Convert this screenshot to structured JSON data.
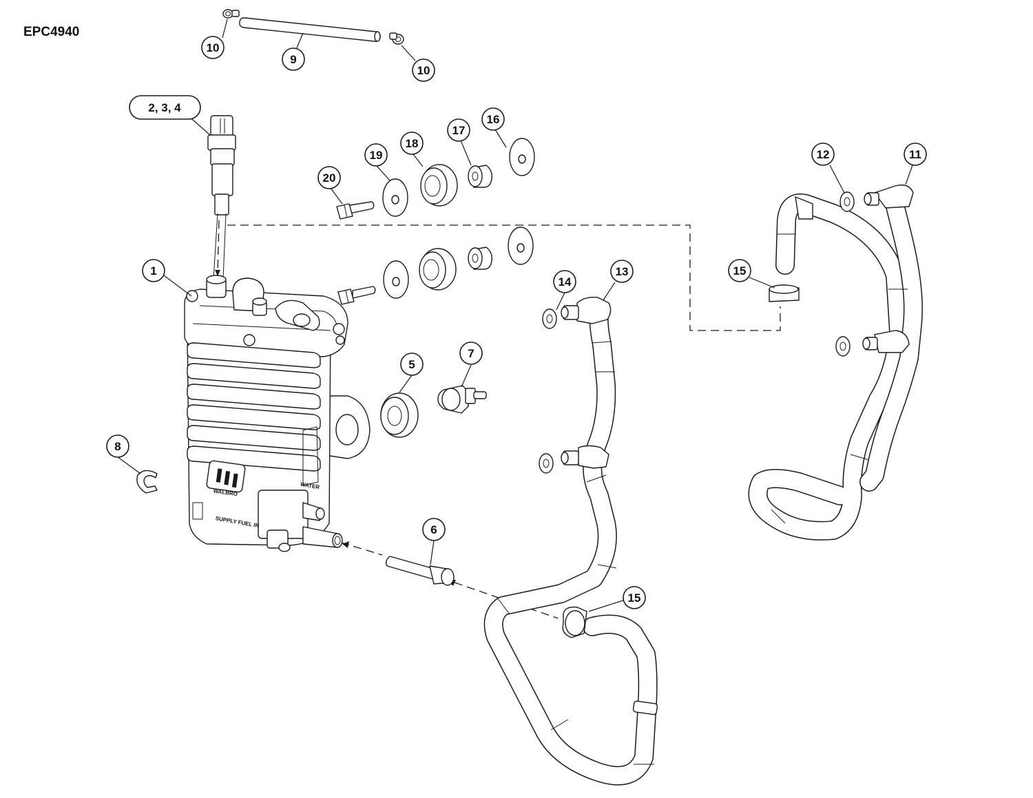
{
  "diagram": {
    "code": "EPC4940",
    "body_labels": {
      "water": "WATER",
      "supply": "SUPPLY FUEL IN",
      "brand": "WALBRO"
    },
    "callouts": [
      {
        "id": "c1",
        "label": "1"
      },
      {
        "id": "c234",
        "label": "2, 3, 4"
      },
      {
        "id": "c5",
        "label": "5"
      },
      {
        "id": "c6",
        "label": "6"
      },
      {
        "id": "c7",
        "label": "7"
      },
      {
        "id": "c8",
        "label": "8"
      },
      {
        "id": "c9",
        "label": "9"
      },
      {
        "id": "c10a",
        "label": "10"
      },
      {
        "id": "c10b",
        "label": "10"
      },
      {
        "id": "c11",
        "label": "11"
      },
      {
        "id": "c12",
        "label": "12"
      },
      {
        "id": "c13",
        "label": "13"
      },
      {
        "id": "c14",
        "label": "14"
      },
      {
        "id": "c15a",
        "label": "15"
      },
      {
        "id": "c15b",
        "label": "15"
      },
      {
        "id": "c16",
        "label": "16"
      },
      {
        "id": "c17",
        "label": "17"
      },
      {
        "id": "c18",
        "label": "18"
      },
      {
        "id": "c19",
        "label": "19"
      },
      {
        "id": "c20",
        "label": "20"
      }
    ]
  }
}
